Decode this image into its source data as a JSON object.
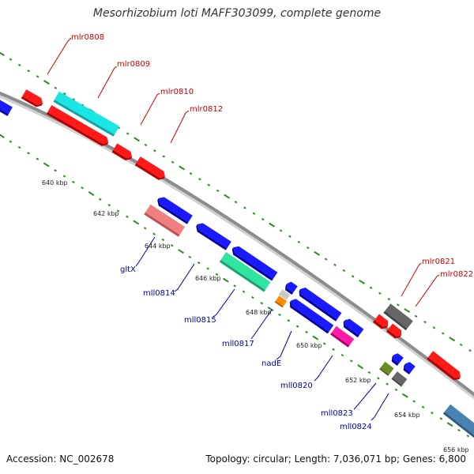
{
  "title": "Mesorhizobium loti MAFF303099, complete genome",
  "footer": {
    "accession": "Accession: NC_002678",
    "topology": "Topology: circular; Length: 7,036,071 bp; Genes: 6,800"
  },
  "colors": {
    "backbone": "#8c8c8c",
    "tick": "#2e8b22",
    "forward_label": "#cc0000",
    "reverse_label": "#0000aa"
  },
  "kbp_labels": [
    "640 kbp",
    "642 kbp",
    "644 kbp",
    "646 kbp",
    "648 kbp",
    "650 kbp",
    "652 kbp",
    "654 kbp",
    "656 kbp"
  ],
  "forward_genes": [
    {
      "label": "mlr0808",
      "color": "#ff1a1a"
    },
    {
      "label": "mlr0809",
      "color": "#ff1a1a"
    },
    {
      "label": "mlr0810",
      "color": "#ff1a1a"
    },
    {
      "label": "mlr0812",
      "color": "#ff1a1a"
    },
    {
      "label": "mlr0821",
      "color": "#ff1a1a"
    },
    {
      "label": "mlr0822",
      "color": "#ff1a1a"
    }
  ],
  "reverse_genes": [
    {
      "label": "gltX",
      "color": "#1a1aff"
    },
    {
      "label": "mll0814",
      "color": "#1a1aff"
    },
    {
      "label": "mll0815",
      "color": "#1a1aff"
    },
    {
      "label": "mll0817",
      "color": "#1a1aff"
    },
    {
      "label": "nadE",
      "color": "#1a1aff"
    },
    {
      "label": "mll0820",
      "color": "#1a1aff"
    },
    {
      "label": "mll0823",
      "color": "#1a1aff"
    },
    {
      "label": "mll0824",
      "color": "#1a1aff"
    }
  ]
}
